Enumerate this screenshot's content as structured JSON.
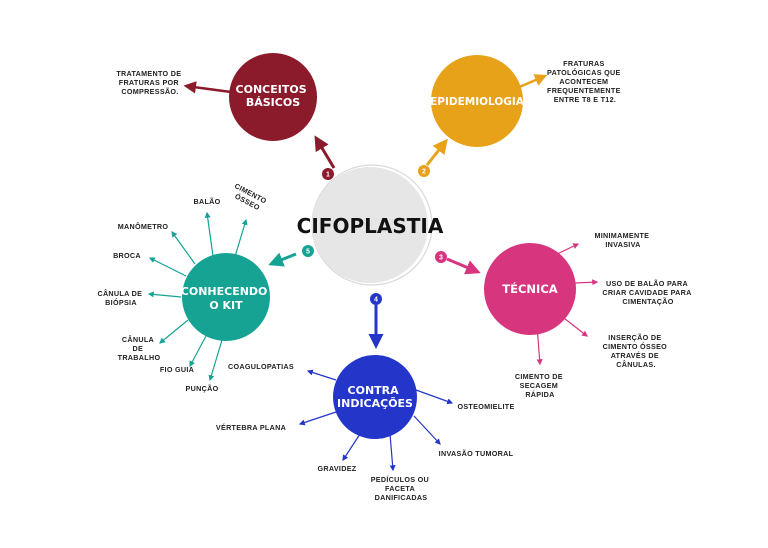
{
  "center": {
    "title": "CIFOPLASTIA"
  },
  "colors": {
    "conceitos": "#8b1a2b",
    "epidemiologia": "#e8a21a",
    "tecnica": "#d8357f",
    "contra": "#2436c9",
    "kit": "#16a394",
    "center_fill": "#e6e6e6"
  },
  "nodes": {
    "conceitos": {
      "number": "1",
      "title": [
        "CONCEITOS",
        "BÁSICOS"
      ]
    },
    "epidemiologia": {
      "number": "2",
      "title": [
        "EPIDEMIOLOGIA"
      ]
    },
    "tecnica": {
      "number": "3",
      "title": [
        "TÉCNICA"
      ]
    },
    "contra": {
      "number": "4",
      "title": [
        "CONTRA",
        "INDICAÇÕES"
      ]
    },
    "kit": {
      "number": "5",
      "title": [
        "CONHECENDO",
        "O KIT"
      ]
    }
  },
  "leaves": {
    "conceitos": [
      [
        "TRATAMENTO DE",
        "FRATURAS POR",
        "COMPRESSÃO."
      ]
    ],
    "epidemiologia": [
      [
        "FRATURAS",
        "PATOLÓGICAS QUE",
        "ACONTECEM",
        "FREQUENTEMENTE",
        "ENTRE T8 E T12."
      ]
    ],
    "tecnica": [
      [
        "MINIMAMENTE",
        "INVASIVA"
      ],
      [
        "USO DE BALÃO PARA",
        "CRIAR CAVIDADE PARA",
        "CIMENTAÇÃO"
      ],
      [
        "INSERÇÃO DE",
        "CIMENTO ÓSSEO",
        "ATRAVÉS DE",
        "CÂNULAS."
      ],
      [
        "CIMENTO DE",
        "SECAGEM",
        "RÁPIDA"
      ]
    ],
    "contra": [
      [
        "COAGULOPATIAS"
      ],
      [
        "OSTEOMIELITE"
      ],
      [
        "INVASÃO TUMORAL"
      ],
      [
        "PEDÍCULOS OU",
        "FACETA",
        "DANIFICADAS"
      ],
      [
        "GRAVIDEZ"
      ],
      [
        "VÉRTEBRA PLANA"
      ]
    ],
    "kit": [
      [
        "BALÃO"
      ],
      [
        "CIMENTO",
        "ÓSSEO"
      ],
      [
        "MANÔMETRO"
      ],
      [
        "BROCA"
      ],
      [
        "CÂNULA DE",
        "BIÓPSIA"
      ],
      [
        "CÂNULA",
        "DE",
        "TRABALHO"
      ],
      [
        "FIO GUIA"
      ],
      [
        "PUNÇÃO"
      ]
    ]
  }
}
